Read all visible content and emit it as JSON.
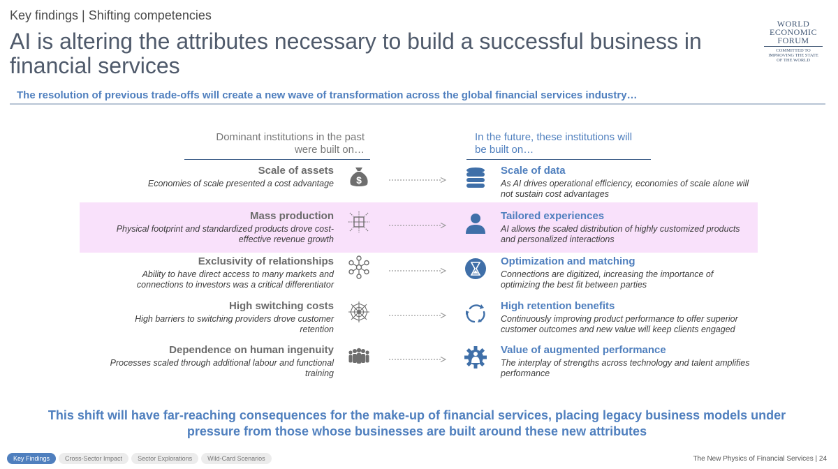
{
  "header": {
    "kicker": "Key findings | Shifting competencies",
    "title": "AI is altering the attributes necessary to build a successful business in financial services"
  },
  "logo": {
    "line1": "WORLD",
    "line2": "ECONOMIC",
    "line3": "FORUM",
    "tag1": "COMMITTED TO",
    "tag2": "IMPROVING THE STATE",
    "tag3": "OF THE WORLD"
  },
  "subtitle": "The resolution of previous trade-offs will create a new wave of transformation across the global financial services industry…",
  "columns": {
    "left_line1": "Dominant institutions in the past",
    "left_line2": "were built on…",
    "right_line1": "In the future, these institutions will",
    "right_line2": "be built on…"
  },
  "rows": [
    {
      "left_title": "Scale of assets",
      "left_desc": "Economies of scale presented a cost advantage",
      "left_icon": "money-bag-icon",
      "right_title": "Scale of data",
      "right_desc": "As AI drives operational efficiency, economies of scale alone will not sustain cost advantages",
      "right_icon": "database-icon"
    },
    {
      "left_title": "Mass production",
      "left_desc": "Physical footprint and standardized products drove cost-effective revenue growth",
      "left_icon": "production-grid-icon",
      "right_title": "Tailored experiences",
      "right_desc": "AI allows the scaled distribution of highly customized products and personalized interactions",
      "right_icon": "person-icon"
    },
    {
      "left_title": "Exclusivity of relationships",
      "left_desc": "Ability to have direct access to many markets and connections to investors was a critical differentiator",
      "left_icon": "network-icon",
      "right_title": "Optimization and matching",
      "right_desc": "Connections are digitized, increasing the importance of optimizing the best fit between parties",
      "right_icon": "hourglass-icon"
    },
    {
      "left_title": "High switching costs",
      "left_desc": "High barriers to switching providers drove customer retention",
      "left_icon": "spider-web-icon",
      "right_title": "High retention benefits",
      "right_desc": "Continuously improving product performance to offer superior customer outcomes and new value will keep clients engaged",
      "right_icon": "refresh-cycle-icon"
    },
    {
      "left_title": "Dependence on human ingenuity",
      "left_desc": "Processes scaled through additional labour and functional training",
      "left_icon": "people-group-icon",
      "right_title": "Value of augmented performance",
      "right_desc": "The interplay of strengths across technology and talent amplifies performance",
      "right_icon": "gear-person-icon"
    }
  ],
  "conclusion": "This shift will have far-reaching consequences for the make-up of financial services, placing legacy business models under pressure from those whose businesses are built around these new attributes",
  "nav": {
    "tabs": [
      "Key Findings",
      "Cross-Sector Impact",
      "Sector Explorations",
      "Wild-Card Scenarios"
    ],
    "active": "Key Findings"
  },
  "footer": "The New Physics of Financial Services | 24",
  "colors": {
    "accent": "#4f7fbe",
    "highlight": "#f9e1fb",
    "icon_grey": "#6e6e6e"
  }
}
